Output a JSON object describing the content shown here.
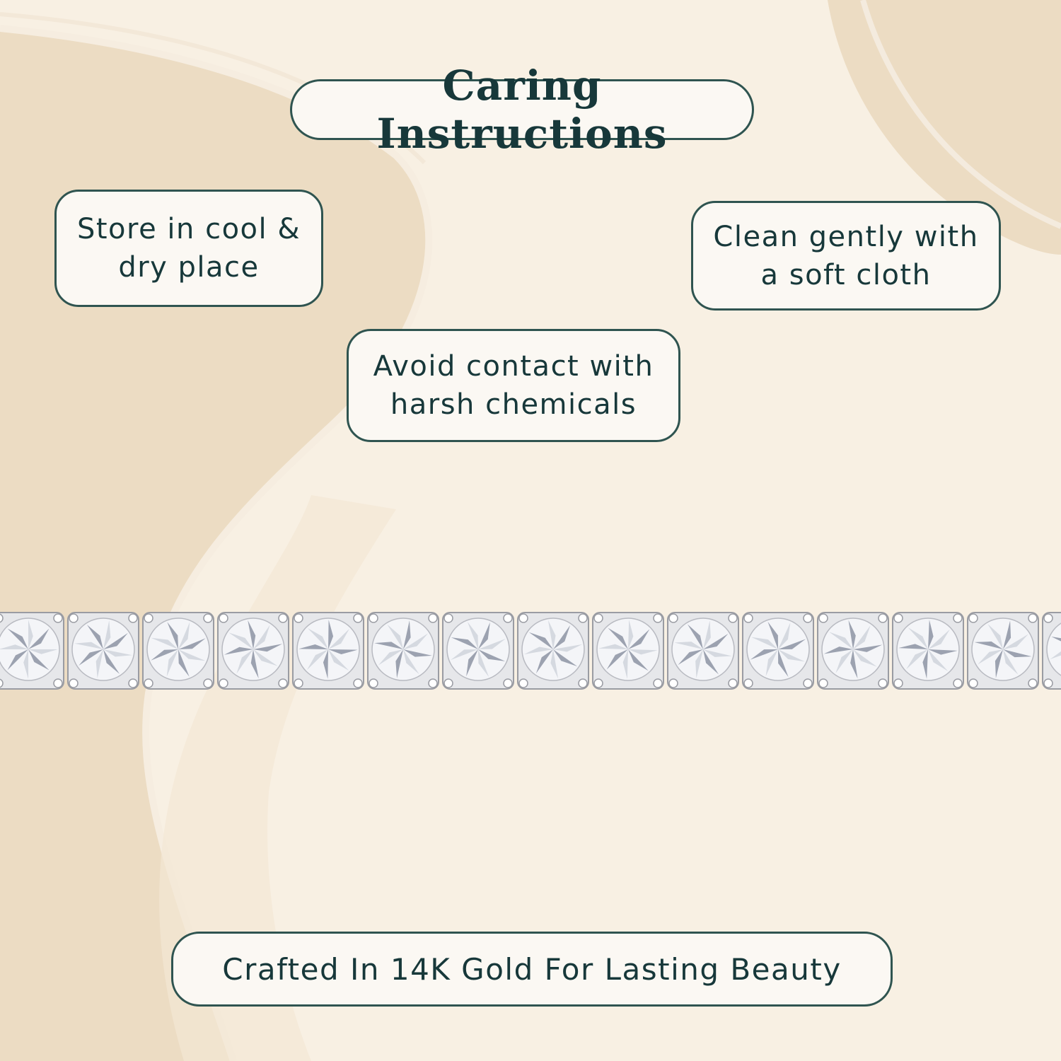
{
  "title": "Caring Instructions",
  "tips": {
    "store": [
      "Store in cool &",
      "dry place"
    ],
    "clean": [
      "Clean gently with",
      "a soft cloth"
    ],
    "avoid": [
      "Avoid contact with",
      "harsh chemicals"
    ]
  },
  "footer": "Crafted In 14K Gold For Lasting Beauty",
  "colors": {
    "background": "#f8f0e3",
    "shape_tan": "#ecdcc3",
    "card_fill": "#fbf8f3",
    "card_border": "#2f5450",
    "text": "#17383a",
    "metal": "#dcdde0"
  },
  "image": {
    "subject": "tennis bracelet",
    "stone_count": 15
  }
}
